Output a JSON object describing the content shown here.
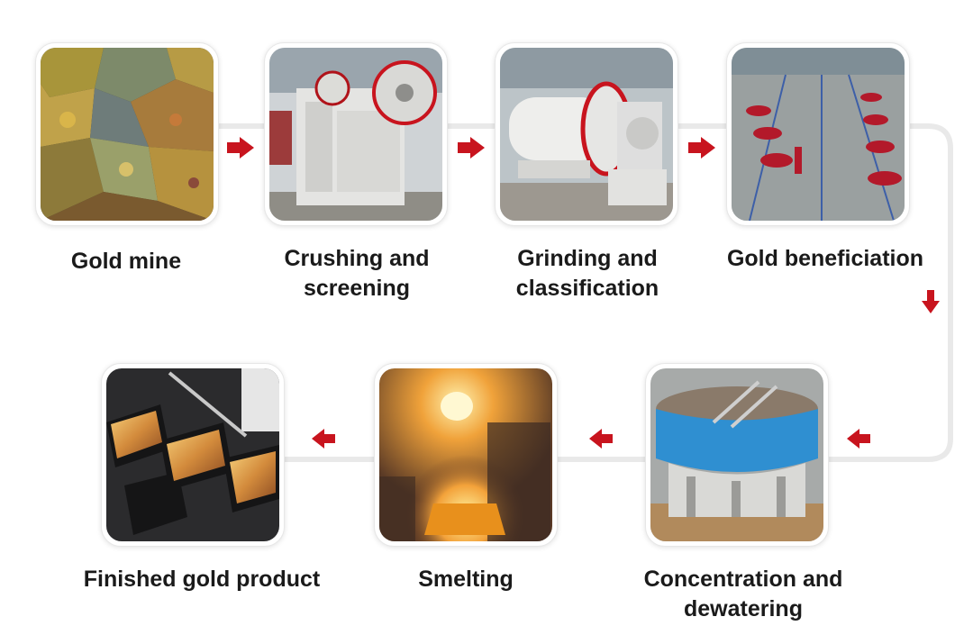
{
  "steps": [
    {
      "label": "Gold mine",
      "icon": "gold-ore-photo"
    },
    {
      "label": "Crushing and\nscreening",
      "icon": "jaw-crusher-photo"
    },
    {
      "label": "Grinding and\nclassification",
      "icon": "ball-mill-photo"
    },
    {
      "label": "Gold beneficiation",
      "icon": "flotation-cells-photo"
    },
    {
      "label": "Concentration and\ndewatering",
      "icon": "thickener-tank-photo"
    },
    {
      "label": "Smelting",
      "icon": "furnace-pour-photo"
    },
    {
      "label": "Finished gold product",
      "icon": "gold-bars-photo"
    }
  ],
  "colors": {
    "arrow": "#c8141e",
    "connector": "#e9e9e9",
    "text": "#1a1a1a"
  }
}
